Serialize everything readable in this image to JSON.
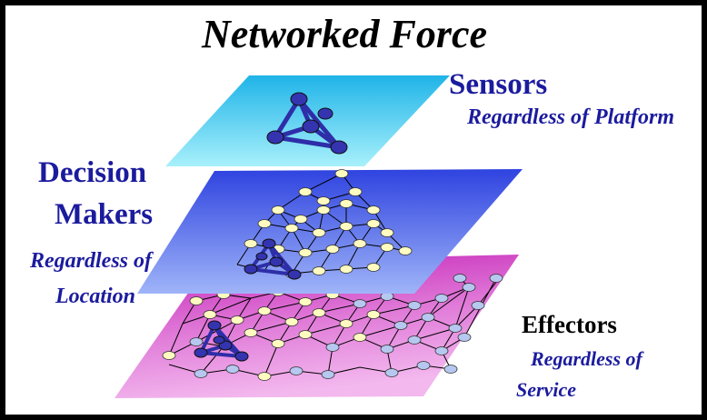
{
  "title": "Networked Force",
  "layers": {
    "sensors": {
      "heading": "Sensors",
      "subtitle": "Regardless of Platform",
      "color": "#3fd3f2"
    },
    "decision": {
      "heading_line1": "Decision",
      "heading_line2": "Makers",
      "subtitle_line1": "Regardless of",
      "subtitle_line2": "Location",
      "color": "#4b6ef0"
    },
    "effectors": {
      "heading": "Effectors",
      "subtitle_line1": "Regardless of",
      "subtitle_line2": "Service",
      "color": "#d24fc8"
    }
  },
  "colors": {
    "label_text": "#1b1b9e",
    "yellow_node": "#fffbc0",
    "blue_node": "#b6c8f0",
    "triangle": "#2e2ea8"
  }
}
